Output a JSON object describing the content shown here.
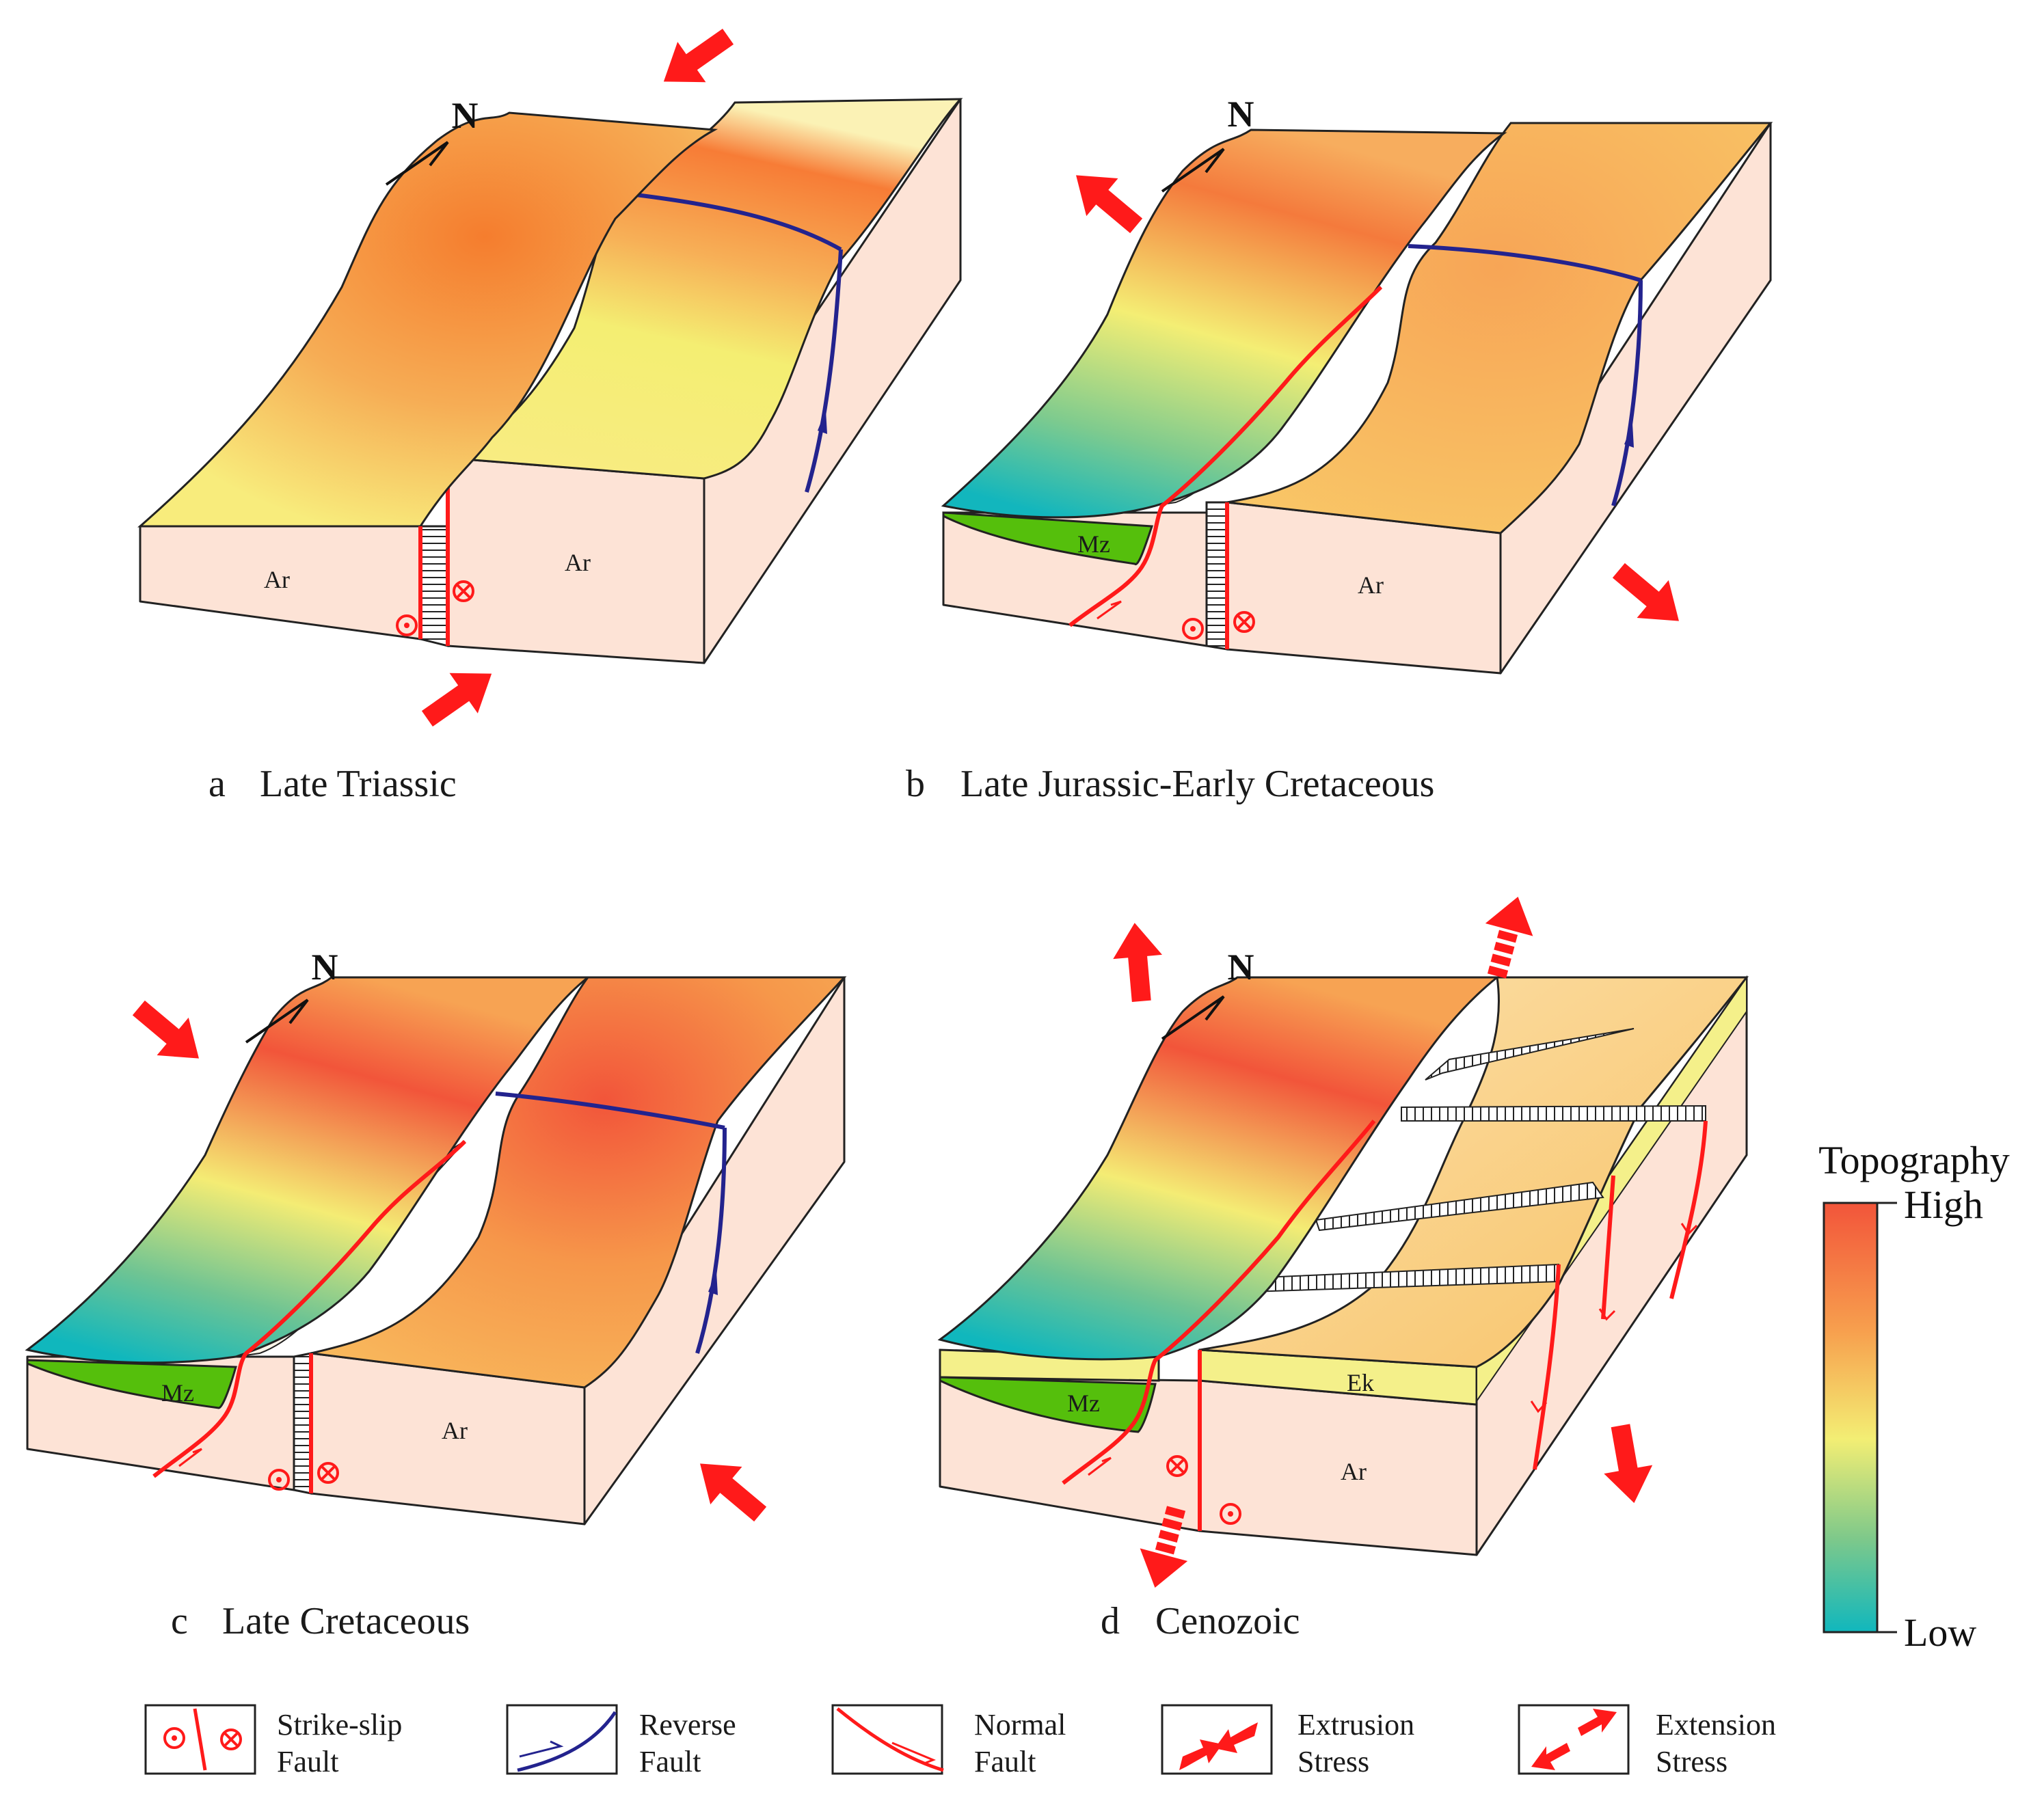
{
  "north_label": "N",
  "panels": [
    {
      "letter": "a",
      "title": "Late Triassic",
      "units": [
        "Ar",
        "Ar"
      ]
    },
    {
      "letter": "b",
      "title": "Late Jurassic-Early Cretaceous",
      "units": [
        "Mz",
        "Ar"
      ]
    },
    {
      "letter": "c",
      "title": "Late Cretaceous",
      "units": [
        "Mz",
        "Ar"
      ]
    },
    {
      "letter": "d",
      "title": "Cenozoic",
      "units": [
        "Mz",
        "Ek",
        "Ar"
      ]
    }
  ],
  "colorbar": {
    "title": "Topography",
    "high": "High",
    "low": "Low",
    "colors": [
      "#f2553a",
      "#f7a04e",
      "#f3ee74",
      "#7fc98a",
      "#10b7bd"
    ]
  },
  "legend": [
    {
      "line1": "Strike-slip",
      "line2": "Fault"
    },
    {
      "line1": "Reverse",
      "line2": "Fault"
    },
    {
      "line1": "Normal",
      "line2": "Fault"
    },
    {
      "line1": "Extrusion",
      "line2": "Stress"
    },
    {
      "line1": "Extension",
      "line2": "Stress"
    }
  ],
  "colors": {
    "fault_red": "#ff1a1a",
    "reverse_blue": "#23238e",
    "basement": "#fde3d6",
    "mesozoic": "#55bf0c",
    "eocene": "#f4f08a"
  }
}
